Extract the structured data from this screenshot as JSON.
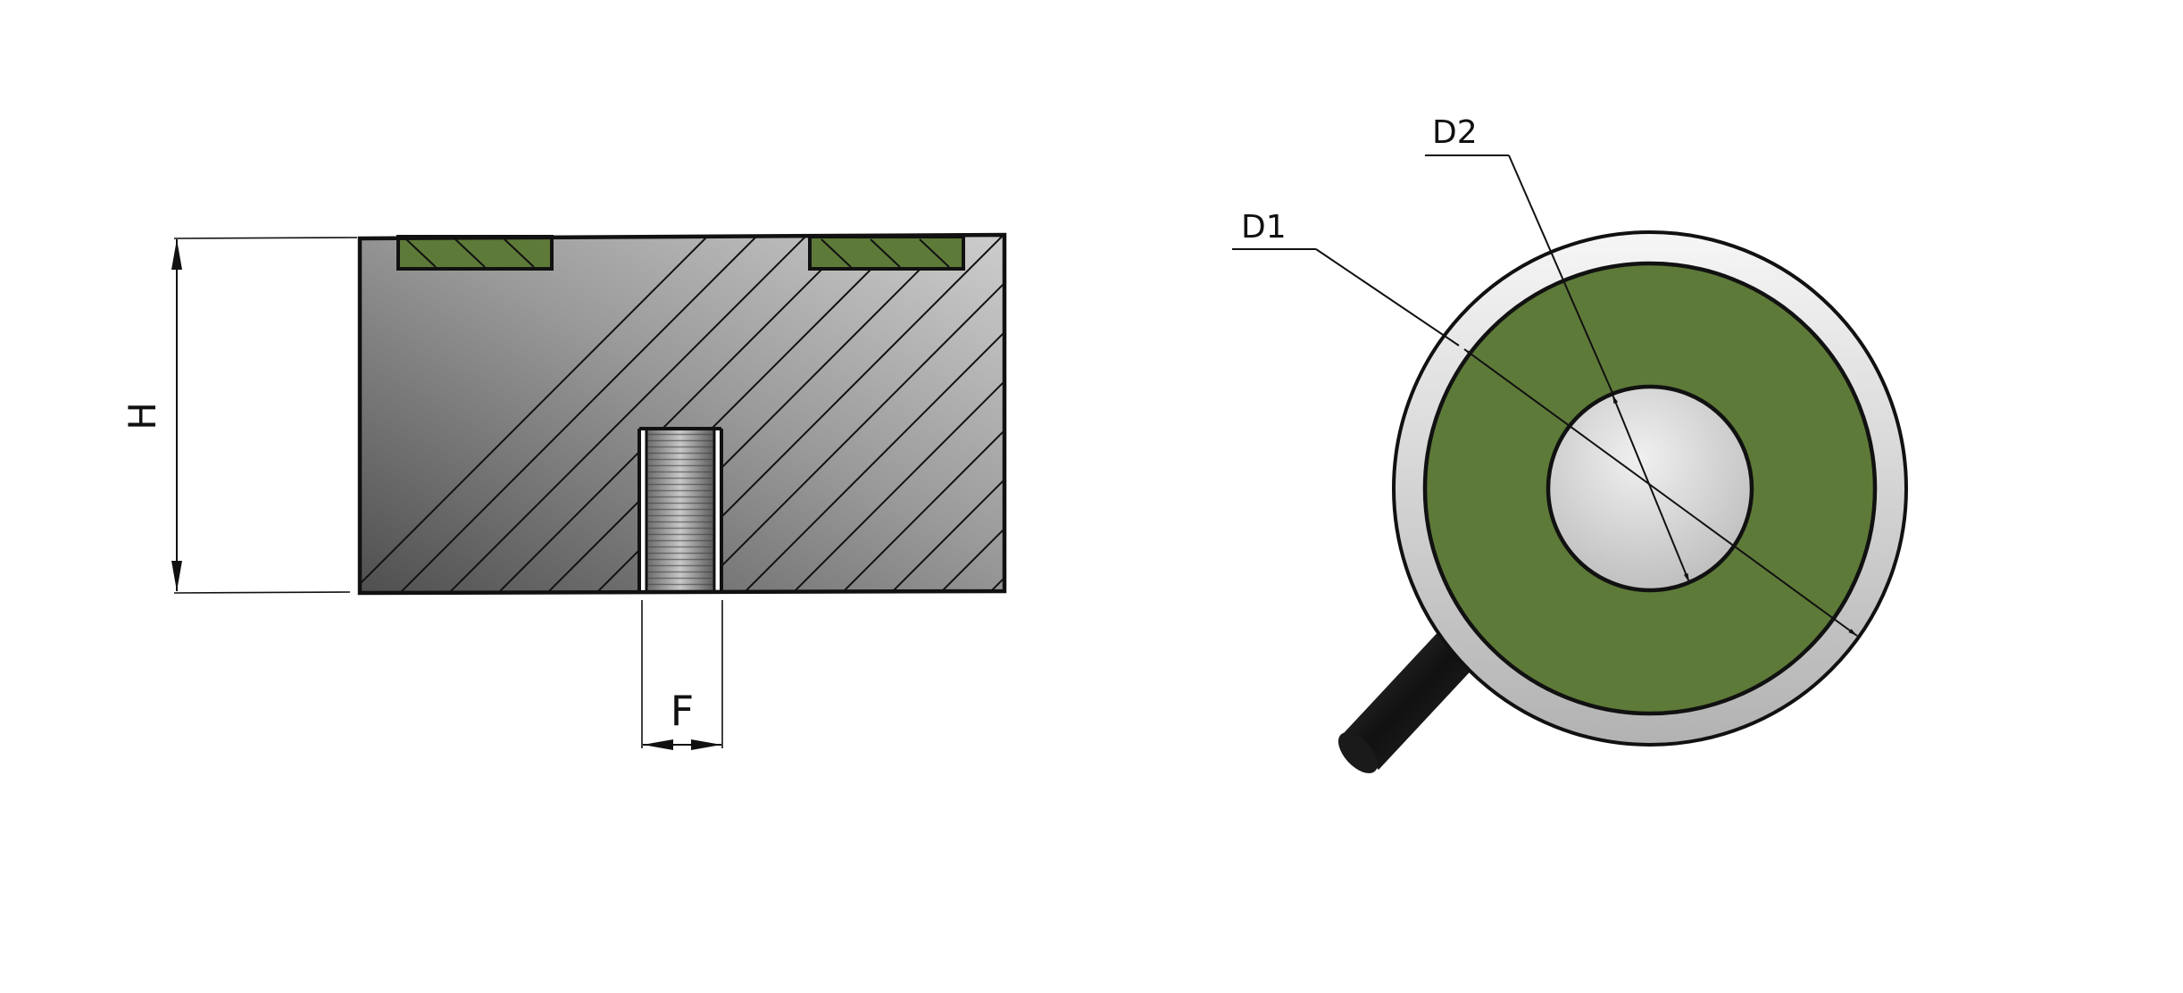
{
  "labels": {
    "height": "H",
    "thread": "F",
    "outer_diameter": "D1",
    "inner_diameter": "D2"
  },
  "colors": {
    "rubber_green": "#5e7a38",
    "outline": "#111111",
    "steel_light": "#c4c4c4",
    "steel_dark": "#555555",
    "stud": "#1c1c1c"
  }
}
